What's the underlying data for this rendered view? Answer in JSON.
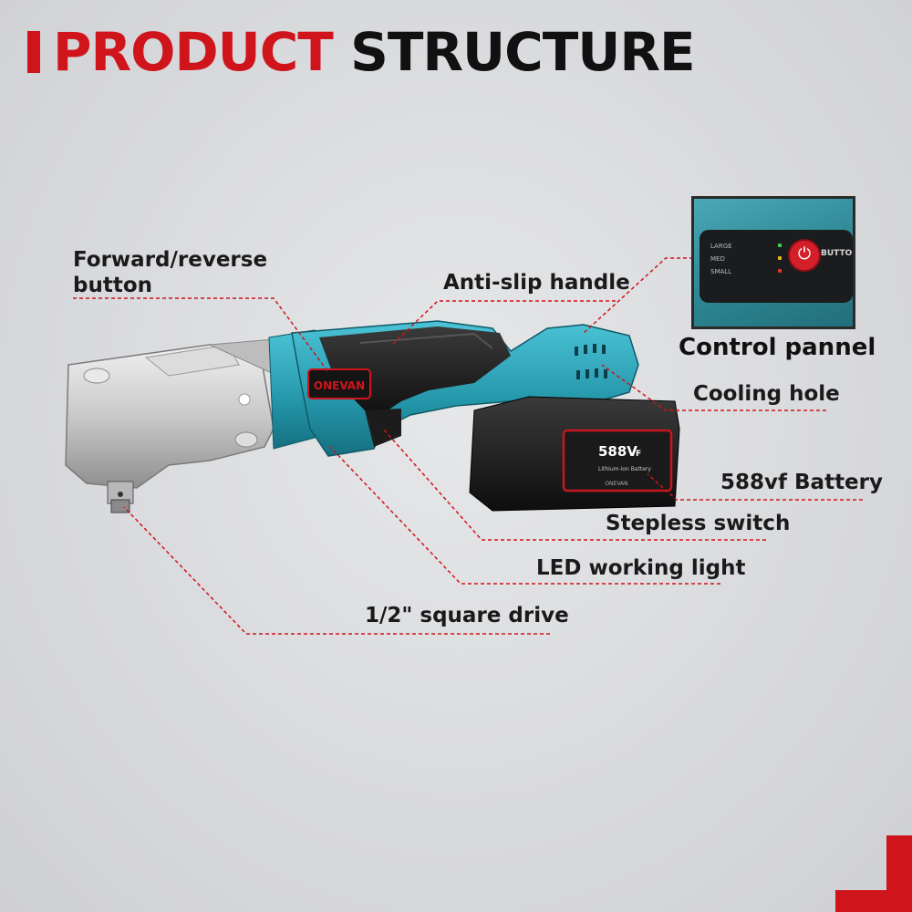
{
  "header": {
    "title_red": "PRODUCT",
    "title_black": "STRUCTURE"
  },
  "brand": {
    "name": "ONEVAN",
    "battery_model": "588V",
    "battery_suffix": "F",
    "battery_type": "Lithium-ion Battery"
  },
  "inset": {
    "button_text": "BUTTON",
    "caption": "Control pannel",
    "rows": [
      "LARGE",
      "MED",
      "SMALL"
    ]
  },
  "callouts": {
    "forward_reverse_line1": "Forward/reverse",
    "forward_reverse_line2": "button",
    "anti_slip": "Anti-slip handle",
    "cooling": "Cooling hole",
    "battery": "588vf Battery",
    "stepless": "Stepless switch",
    "led": "LED working light",
    "drive": "1/2\" square drive"
  },
  "colors": {
    "accent_red": "#d0141b",
    "tool_teal": "#2aa3b8",
    "leader_line": "#d0141b"
  }
}
